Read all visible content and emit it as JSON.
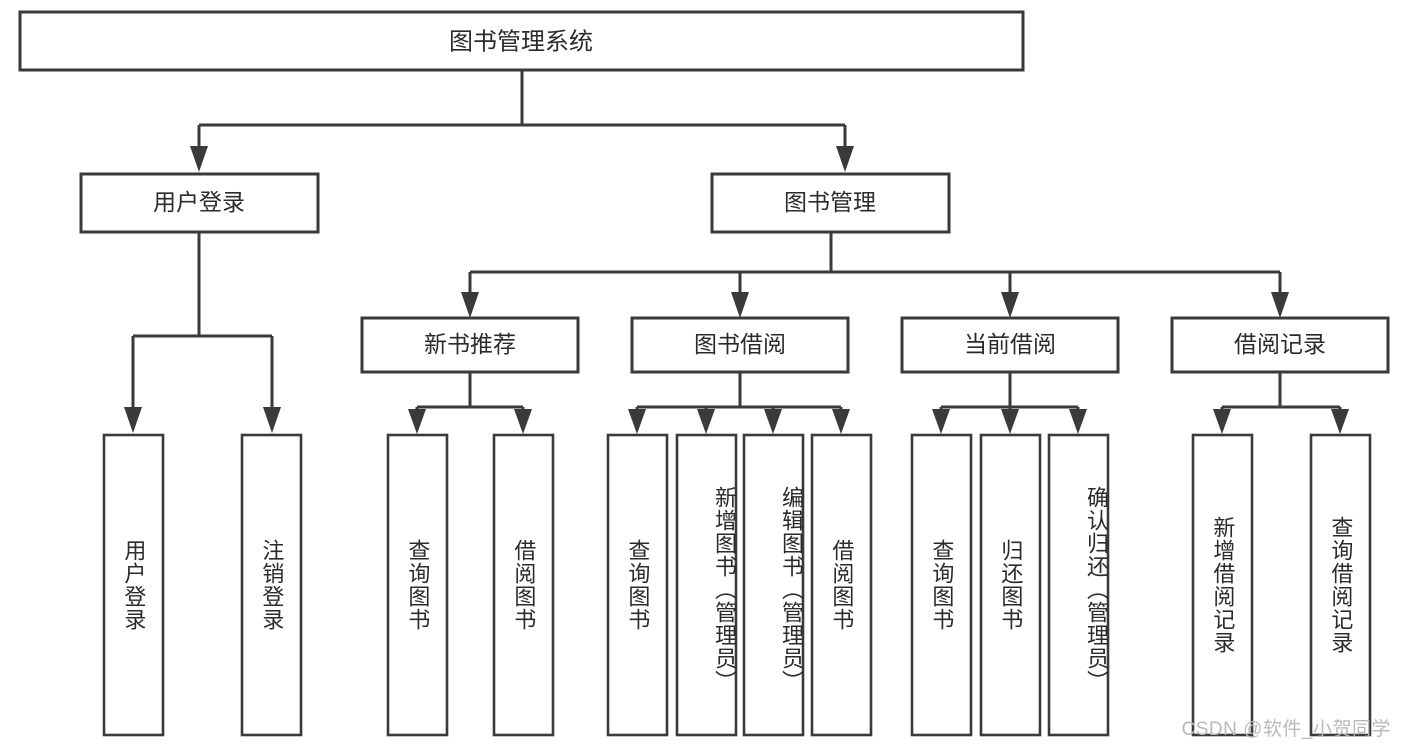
{
  "diagram": {
    "type": "tree-hierarchy",
    "title": "图书管理系统",
    "stroke_color": "#3a3a3a",
    "fill_color": "#ffffff",
    "text_color": "#2b2b2b",
    "root": {
      "id": "root",
      "label": "图书管理系统",
      "orientation": "horizontal"
    },
    "level2": [
      {
        "id": "user-login",
        "label": "用户登录",
        "orientation": "horizontal"
      },
      {
        "id": "book-management",
        "label": "图书管理",
        "orientation": "horizontal"
      }
    ],
    "level3": [
      {
        "id": "new-book-recommend",
        "label": "新书推荐",
        "orientation": "horizontal",
        "parent": "book-management"
      },
      {
        "id": "book-borrow",
        "label": "图书借阅",
        "orientation": "horizontal",
        "parent": "book-management"
      },
      {
        "id": "current-borrow",
        "label": "当前借阅",
        "orientation": "horizontal",
        "parent": "book-management"
      },
      {
        "id": "borrow-record",
        "label": "借阅记录",
        "orientation": "horizontal",
        "parent": "book-management"
      }
    ],
    "leaves": {
      "user_login": [
        {
          "id": "leaf-user-login",
          "label": "用户登录",
          "orientation": "vertical"
        },
        {
          "id": "leaf-logout-login",
          "label": "注销登录",
          "orientation": "vertical"
        }
      ],
      "new_book_recommend": [
        {
          "id": "leaf-query-book-1",
          "label": "查询图书",
          "orientation": "vertical"
        },
        {
          "id": "leaf-borrow-book-1",
          "label": "借阅图书",
          "orientation": "vertical"
        }
      ],
      "book_borrow": [
        {
          "id": "leaf-query-book-2",
          "label": "查询图书",
          "orientation": "vertical"
        },
        {
          "id": "leaf-add-book-admin",
          "label": "新增图书（管理员）",
          "orientation": "vertical"
        },
        {
          "id": "leaf-edit-book-admin",
          "label": "编辑图书（管理员）",
          "orientation": "vertical"
        },
        {
          "id": "leaf-borrow-book-2",
          "label": "借阅图书",
          "orientation": "vertical"
        }
      ],
      "current_borrow": [
        {
          "id": "leaf-query-book-3",
          "label": "查询图书",
          "orientation": "vertical"
        },
        {
          "id": "leaf-return-book",
          "label": "归还图书",
          "orientation": "vertical"
        },
        {
          "id": "leaf-confirm-return-admin",
          "label": "确认归还（管理员）",
          "orientation": "vertical"
        }
      ],
      "borrow_record": [
        {
          "id": "leaf-add-borrow-record",
          "label": "新增借阅记录",
          "orientation": "vertical"
        },
        {
          "id": "leaf-query-borrow-record",
          "label": "查询借阅记录",
          "orientation": "vertical"
        }
      ]
    }
  },
  "watermark": {
    "text": "CSDN @软件_小贺同学"
  }
}
